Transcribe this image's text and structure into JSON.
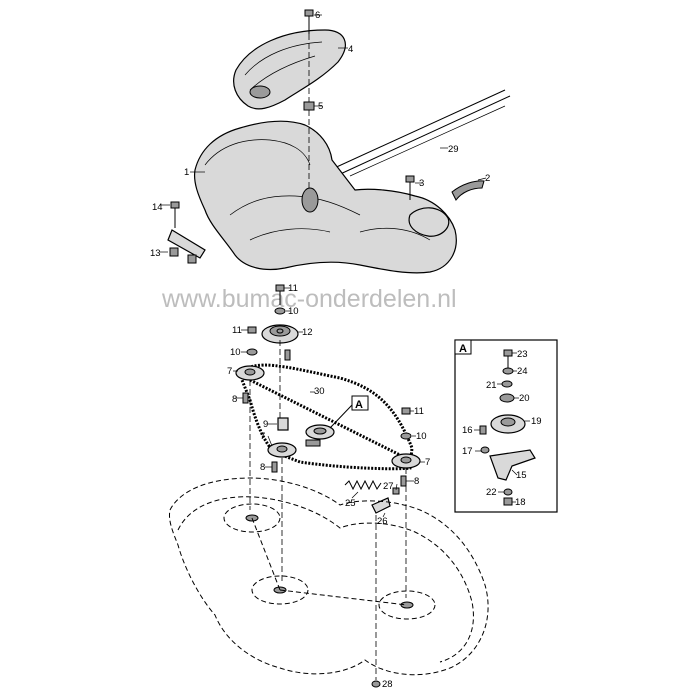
{
  "watermark": "www.bumac-onderdelen.nl",
  "detail_box_label": "A",
  "callout_label": "A",
  "labels": {
    "p1": "1",
    "p2": "2",
    "p3": "3",
    "p4": "4",
    "p5": "5",
    "p6": "6",
    "p7a": "7",
    "p7b": "7",
    "p7c": "7",
    "p8a": "8",
    "p8b": "8",
    "p8c": "8",
    "p9": "9",
    "p10a": "10",
    "p10b": "10",
    "p10c": "10",
    "p11a": "11",
    "p11b": "11",
    "p11c": "11",
    "p12": "12",
    "p13": "13",
    "p14": "14",
    "p15": "15",
    "p16": "16",
    "p17": "17",
    "p18": "18",
    "p19": "19",
    "p20": "20",
    "p21": "21",
    "p22": "22",
    "p23": "23",
    "p24": "24",
    "p25": "25",
    "p26": "26",
    "p27": "27",
    "p28": "28",
    "p29": "29",
    "p30": "30"
  }
}
